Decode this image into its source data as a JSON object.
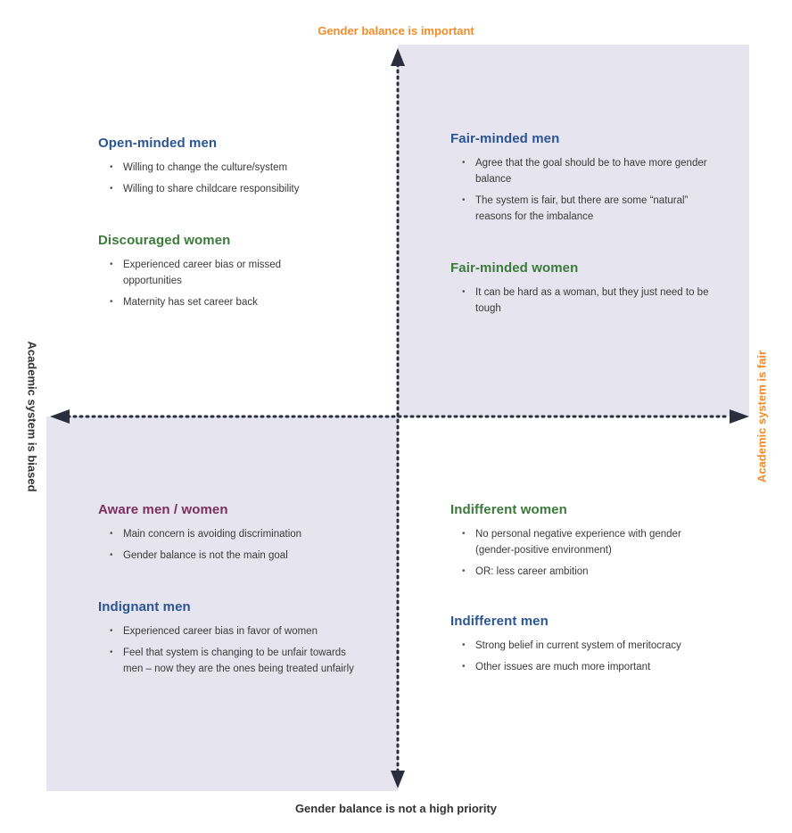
{
  "colors": {
    "accent_orange": "#f28c28",
    "dark_text": "#333333",
    "blue_heading": "#2b5592",
    "green_heading": "#3b7a3b",
    "purple_heading": "#7a2f5e",
    "quadrant_fill": "#e6e4ef",
    "axis": "#2a2f3d"
  },
  "axes": {
    "top": "Gender balance is important",
    "bottom": "Gender balance is not a high priority",
    "left": "Academic system is biased",
    "right": "Academic system is fair"
  },
  "groups": {
    "open_minded_men": {
      "title": "Open-minded men",
      "items": [
        "Willing to change the culture/system",
        "Willing to share childcare responsibility"
      ]
    },
    "discouraged_women": {
      "title": "Discouraged women",
      "items": [
        "Experienced career bias or missed opportunities",
        "Maternity has set career back"
      ]
    },
    "fair_minded_men": {
      "title": "Fair-minded men",
      "items": [
        "Agree that the goal should be to have more gender balance",
        "The system is fair, but there are some “natural” reasons for the imbalance"
      ]
    },
    "fair_minded_women": {
      "title": "Fair-minded women",
      "items": [
        "It can be hard as a woman, but they just need to be tough"
      ]
    },
    "aware_men_women": {
      "title": "Aware men / women",
      "items": [
        "Main concern is avoiding discrimination",
        "Gender balance is not the main goal"
      ]
    },
    "indignant_men": {
      "title": "Indignant men",
      "items": [
        "Experienced career bias in favor of women",
        "Feel that system is changing to be unfair towards men – now they are the ones being treated unfairly"
      ]
    },
    "indifferent_women": {
      "title": "Indifferent women",
      "items": [
        "No personal negative experience with gender (gender-positive environment)",
        "OR: less career ambition"
      ]
    },
    "indifferent_men": {
      "title": "Indifferent men",
      "items": [
        "Strong belief in current system of meritocracy",
        "Other issues are much more important"
      ]
    }
  }
}
